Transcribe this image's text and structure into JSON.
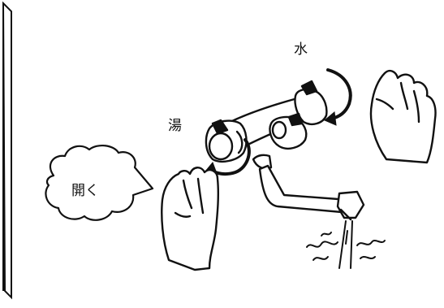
{
  "labels": {
    "cold": "水",
    "hot": "湯",
    "bubble": "開く"
  },
  "colors": {
    "ink": "#111111",
    "paper": "#ffffff"
  },
  "icons": {
    "wall": "wall-edge",
    "faucet": "mixing-faucet",
    "left_hand": "hand-icon",
    "right_hand": "hand-icon",
    "hot_arrow": "rotate-arrow-icon",
    "cold_arrow": "rotate-arrow-icon",
    "water": "water-stream-icon",
    "bubble": "speech-bubble"
  }
}
